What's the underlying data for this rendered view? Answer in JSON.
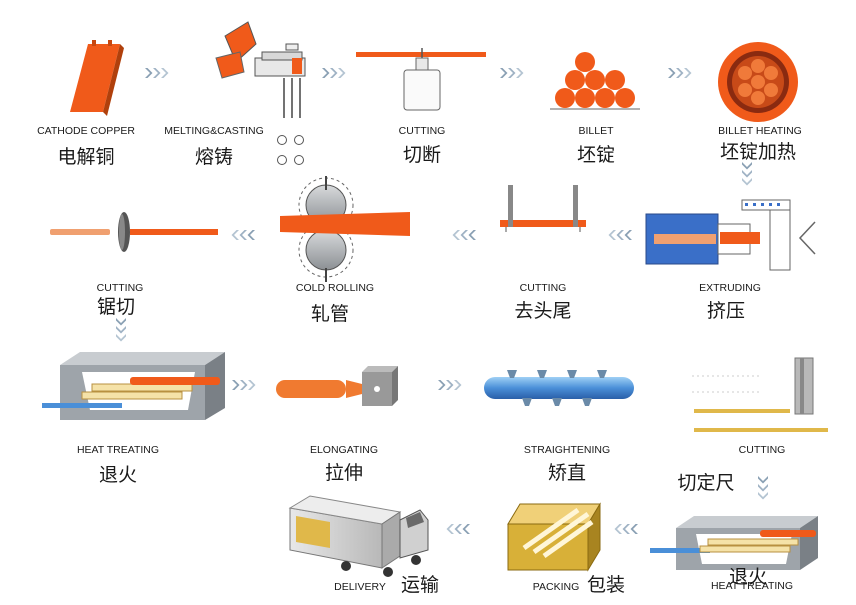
{
  "steps": {
    "cathode_copper": {
      "en": "CATHODE COPPER",
      "zh": "电解铜"
    },
    "melting_casting": {
      "en": "MELTING&CASTING",
      "zh": "熔铸"
    },
    "cutting_1": {
      "en": "CUTTING",
      "zh": "切断"
    },
    "billet": {
      "en": "BILLET",
      "zh": "坯锭"
    },
    "billet_heating": {
      "en": "BILLET HEATING",
      "zh": "坯锭加热"
    },
    "extruding": {
      "en": "EXTRUDING",
      "zh": "挤压"
    },
    "cutting_2": {
      "en": "CUTTING",
      "zh": "去头尾"
    },
    "cold_rolling": {
      "en": "COLD ROLLING",
      "zh": "轧管"
    },
    "cutting_3": {
      "en": "CUTTING",
      "zh": "锯切"
    },
    "heat_treating_1": {
      "en": "HEAT TREATING",
      "zh": "退火"
    },
    "elongating": {
      "en": "ELONGATING",
      "zh": "拉伸"
    },
    "straightening": {
      "en": "STRAIGHTENING",
      "zh": "矫直"
    },
    "cutting_4": {
      "en": "CUTTING",
      "zh": "切定尺"
    },
    "heat_treating_2": {
      "en": "HEAT TREATING",
      "zh": "退火"
    },
    "packing": {
      "en": "PACKING",
      "zh": "包装"
    },
    "delivery": {
      "en": "DELIVERY",
      "zh": "运输"
    }
  },
  "colors": {
    "copper": "#f05a1a",
    "copper_light": "#f08040",
    "gray_box": "#b0b4b8",
    "arrow": "#8aa0b4",
    "blue_pipe": "#4a8fd8",
    "extruder_blue": "#3a6fc8",
    "gold": "#e0b84a"
  }
}
